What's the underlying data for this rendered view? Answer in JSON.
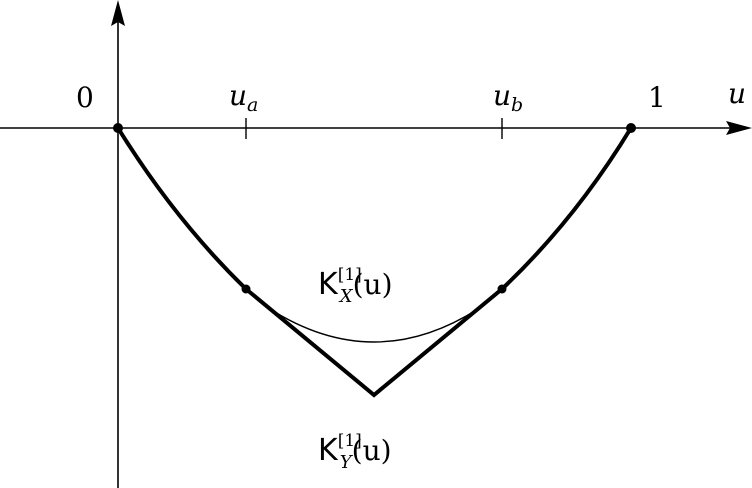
{
  "diagram": {
    "axes": {
      "x_label": "u",
      "origin_label": "0",
      "ticks": [
        {
          "label_main": "u",
          "label_sub": "a"
        },
        {
          "label_main": "u",
          "label_sub": "b"
        }
      ],
      "end_label": "1"
    },
    "curves": {
      "KX": {
        "name": "K",
        "superscript": "[1]",
        "subscript": "X",
        "arg": "(u)"
      },
      "KY": {
        "name": "K",
        "superscript": "[1]",
        "subscript": "Y",
        "arg": "(u)"
      }
    },
    "colors": {
      "ink": "#000000",
      "background": "#ffffff"
    }
  }
}
